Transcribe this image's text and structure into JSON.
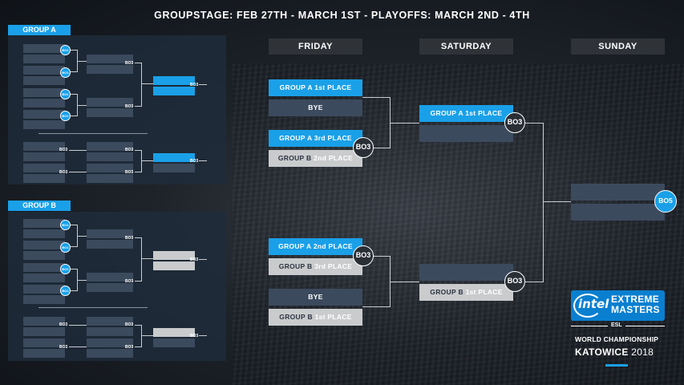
{
  "header": {
    "title": "GROUPSTAGE: FEB 27TH - MARCH 1ST - PLAYOFFS: MARCH 2ND - 4TH"
  },
  "groups": {
    "a_label": "GROUP A",
    "b_label": "GROUP B",
    "bo1": "BO1",
    "bo3": "BO3"
  },
  "days": {
    "friday": "FRIDAY",
    "saturday": "SATURDAY",
    "sunday": "SUNDAY"
  },
  "friday": {
    "m1_top_pre": "GROUP A ",
    "m1_top_hl": "1st PLACE",
    "m1_bottom": "BYE",
    "m2_top_pre": "GROUP A ",
    "m2_top_hl": "3rd PLACE",
    "m2_bottom_pre": "GROUP B ",
    "m2_bottom_hl": "2nd PLACE",
    "m3_top_pre": "GROUP A ",
    "m3_top_hl": "2nd PLACE",
    "m3_bottom_pre": "GROUP B ",
    "m3_bottom_hl": "3rd PLACE",
    "m4_top": "BYE",
    "m4_bottom_pre": "GROUP B ",
    "m4_bottom_hl": "1st PLACE",
    "badge": "BO3"
  },
  "saturday": {
    "s1_top_pre": "GROUP A ",
    "s1_top_hl": "1st PLACE",
    "s2_bottom_pre": "GROUP B ",
    "s2_bottom_hl": "1st PLACE",
    "badge": "BO3"
  },
  "sunday": {
    "badge": "BO5"
  },
  "logo": {
    "intel": "intel",
    "extreme": "EXTREME",
    "masters": "MASTERS",
    "esl": "ESL",
    "world": "WORLD CHAMPIONSHIP",
    "city": "KATOWICE",
    "year": "2018"
  },
  "colors": {
    "accent": "#1aa0e8",
    "slot": "#3c4a5e",
    "grey": "#c9cbcd"
  }
}
